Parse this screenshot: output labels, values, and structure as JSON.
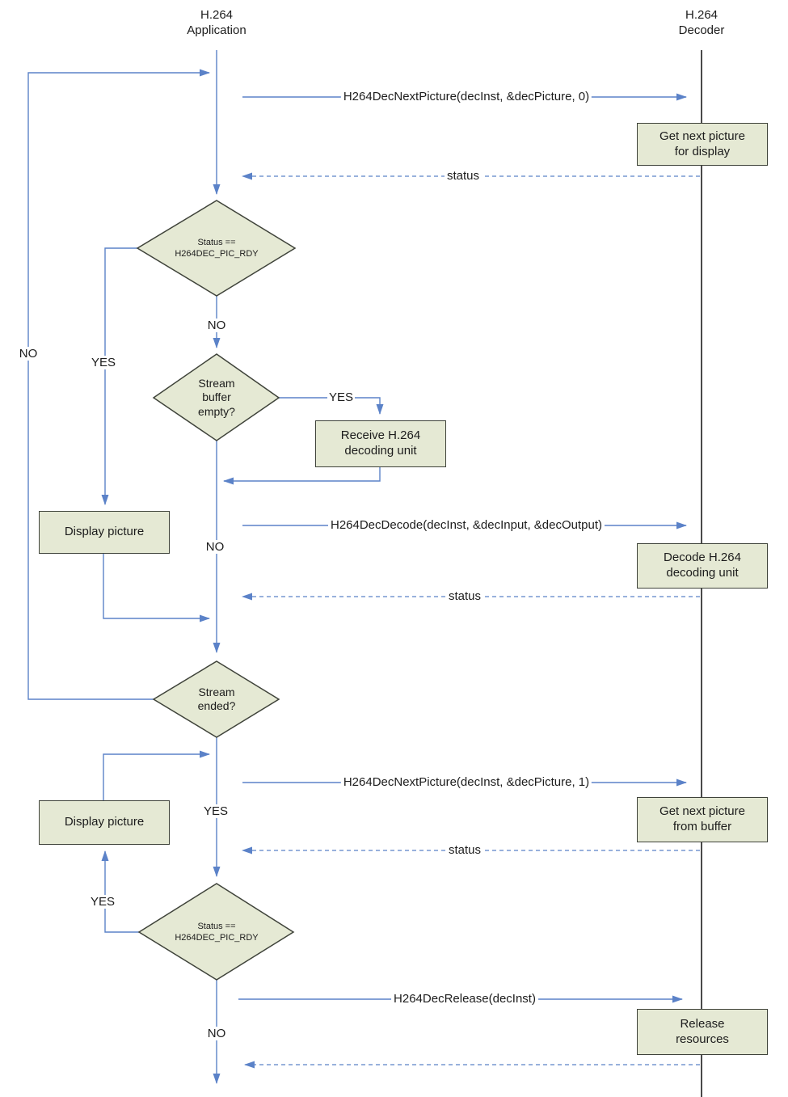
{
  "colors": {
    "flow": "#5b82c8",
    "lifeline": "#4a4a4a",
    "shape_fill": "#e5e9d4",
    "shape_border": "#3f433a",
    "text": "#1c1c1c"
  },
  "actors": {
    "application": "H.264\nApplication",
    "decoder": "H.264\nDecoder"
  },
  "messages": {
    "next_picture_0": "H264DecNextPicture(decInst, &decPicture, 0)",
    "status_1": "status",
    "decode": "H264DecDecode(decInst, &decInput, &decOutput)",
    "status_2": "status",
    "next_picture_1": "H264DecNextPicture(decInst, &decPicture, 1)",
    "status_3": "status",
    "release": "H264DecRelease(decInst)"
  },
  "decisions": {
    "status_pic_rdy_1": "Status ==\nH264DEC_PIC_RDY",
    "stream_buffer_empty": "Stream\nbuffer\nempty?",
    "stream_ended": "Stream\nended?",
    "status_pic_rdy_2": "Status ==\nH264DEC_PIC_RDY"
  },
  "processes": {
    "get_next_picture_display": "Get next picture\nfor display",
    "receive_decoding_unit": "Receive H.264\ndecoding unit",
    "display_picture_1": "Display picture",
    "decode_decoding_unit": "Decode H.264\ndecoding unit",
    "get_next_picture_buffer": "Get next picture\nfrom buffer",
    "display_picture_2": "Display picture",
    "release_resources": "Release\nresources"
  },
  "branch_labels": {
    "no_stream_not_ended": "NO",
    "yes_pic_rdy_1": "YES",
    "no_pic_rdy_1": "NO",
    "yes_buffer_empty": "YES",
    "no_buffer_empty": "NO",
    "yes_stream_ended": "YES",
    "yes_pic_rdy_2": "YES",
    "no_pic_rdy_2": "NO"
  }
}
